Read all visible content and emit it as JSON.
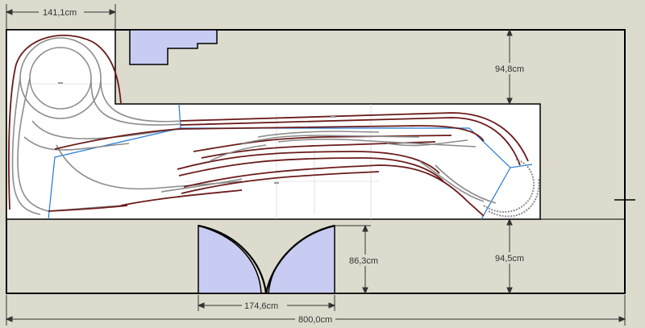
{
  "dimensions": {
    "top_left_width": "141,1cm",
    "top_right_depth": "94,8cm",
    "bottom_right_depth": "94,5cm",
    "opening_depth": "86,3cm",
    "opening_width": "174,6cm",
    "total_width": "800,0cm"
  },
  "colors": {
    "background": "#dcdbcd",
    "layout_fill": "#ffffff",
    "outline": "#000000",
    "track_main": "#6b1a1a",
    "track_secondary": "#8c8c8c",
    "zone_lines": "#1e78d8",
    "obstacle_fill": "#c9ccf2",
    "dimension_line": "#333333"
  },
  "icons": {
    "north_marker": "cross-marker-icon"
  }
}
